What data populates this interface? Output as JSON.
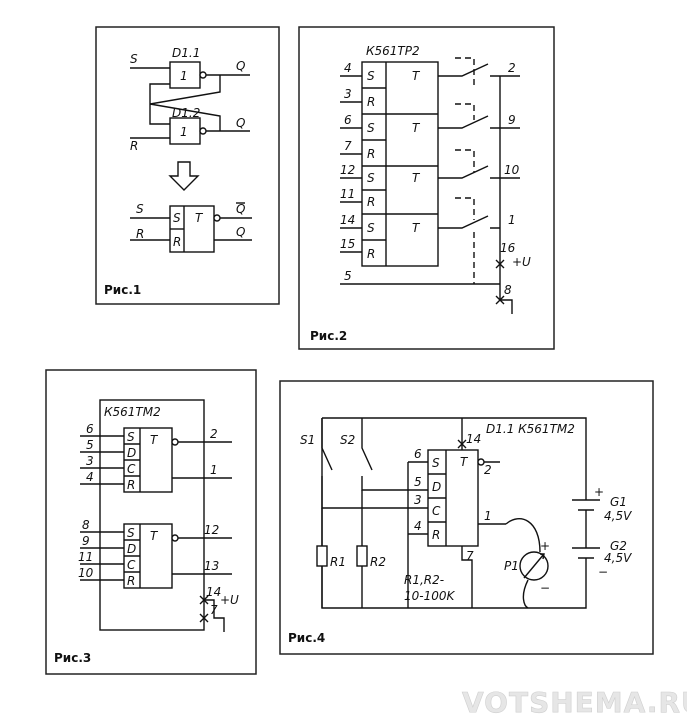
{
  "fig1": {
    "caption": "Рис.1",
    "gate1_label": "D1.1",
    "gate2_label": "D1.2",
    "gate1_symbol": "1",
    "gate2_symbol": "1",
    "in_s": "S",
    "in_r": "R",
    "out_q1": "Q",
    "out_q2": "Q",
    "block_s": "S",
    "block_r": "R",
    "block_t": "T",
    "block_out_qbar": "Q",
    "block_out_q": "Q",
    "block_in_s": "S",
    "block_in_r": "R"
  },
  "fig2": {
    "caption": "Рис.2",
    "chip": "К561ТР2",
    "left_pins": [
      "4",
      "3",
      "6",
      "7",
      "12",
      "11",
      "14",
      "15",
      "5"
    ],
    "right_pins": [
      "2",
      "9",
      "10",
      "1",
      "16",
      "8"
    ],
    "cell_s": "S",
    "cell_r": "R",
    "cell_t": "T",
    "supply": "+U"
  },
  "fig3": {
    "caption": "Рис.3",
    "chip": "К561ТМ2",
    "cell_labels": [
      "S",
      "D",
      "C",
      "R"
    ],
    "cell_t": "T",
    "left_pins_top": [
      "6",
      "5",
      "3",
      "4"
    ],
    "left_pins_bottom": [
      "8",
      "9",
      "11",
      "10"
    ],
    "right_pins": [
      "2",
      "1",
      "12",
      "13",
      "14",
      "7"
    ],
    "supply": "+U"
  },
  "fig4": {
    "caption": "Рис.4",
    "chip": "D1.1 К561ТМ2",
    "switch1": "S1",
    "switch2": "S2",
    "res1": "R1",
    "res2": "R2",
    "res_note1": "R1,R2-",
    "res_note2": "10-100K",
    "cell_labels": [
      "S",
      "D",
      "C",
      "R"
    ],
    "cell_t": "T",
    "left_pins": [
      "6",
      "5",
      "3",
      "4"
    ],
    "right_pins": [
      "14",
      "2",
      "1",
      "7"
    ],
    "meter": "P1",
    "batt1": "G1",
    "batt1_v": "4,5V",
    "batt2": "G2",
    "batt2_v": "4,5V",
    "plus": "+",
    "minus": "−",
    "plus2": "+",
    "minus2": "−"
  },
  "watermark": "VOTSHEMA.RU"
}
